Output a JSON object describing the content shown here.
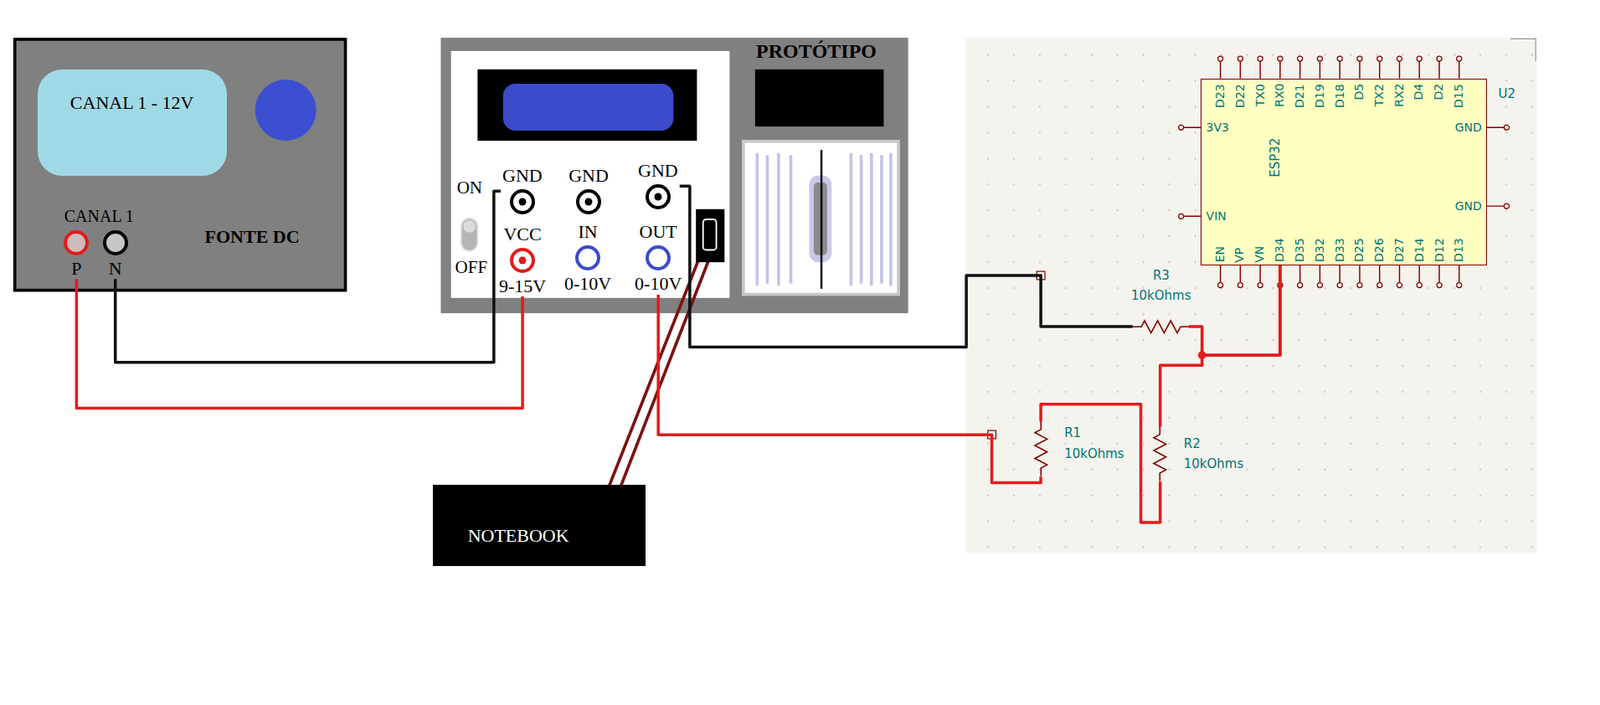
{
  "diagram": {
    "nodes": [
      {
        "text": [
          "FONTE DC"
        ]
      },
      {
        "text": [
          "CANAL 1 - 12V"
        ],
        "in": 0
      },
      {
        "text": [
          "P"
        ],
        "in": 0
      },
      {
        "text": [
          "N"
        ],
        "in": 0
      },
      {
        "text": [
          "PROTÓTIPO"
        ]
      },
      {
        "text": [
          "GND"
        ],
        "in": 4
      },
      {
        "text": [
          "VCC",
          "9-15V"
        ],
        "in": 4
      },
      {
        "text": [
          "GND"
        ],
        "in": 4
      },
      {
        "text": [
          "IN",
          "0-10V"
        ],
        "in": 4
      },
      {
        "text": [
          "GND"
        ],
        "in": 4
      },
      {
        "text": [
          "OUT",
          "0-10V"
        ],
        "in": 4
      },
      {
        "text": [
          "NOTEBOOK"
        ]
      },
      {
        "text": [
          "ESP32",
          "U2"
        ]
      },
      {
        "text": [
          "R3",
          "10kOhms"
        ]
      },
      {
        "text": [
          "R1",
          "10kOhms"
        ]
      },
      {
        "text": [
          "R2",
          "10kOhms"
        ]
      }
    ],
    "edges": [
      {
        "from": 2,
        "to": 6,
        "arrow": "none"
      },
      {
        "from": 3,
        "to": 5,
        "arrow": "none"
      },
      {
        "from": 10,
        "to": 14,
        "arrow": "none"
      },
      {
        "from": 9,
        "to": 13,
        "arrow": "none"
      },
      {
        "from": 14,
        "to": 15,
        "arrow": "none"
      },
      {
        "from": 15,
        "to": 12,
        "arrow": "none"
      },
      {
        "from": 13,
        "to": 12,
        "arrow": "none"
      }
    ],
    "labels": [
      "CANAL 1",
      "ON",
      "OFF",
      "D23",
      "D22",
      "TX0",
      "RX0",
      "D21",
      "D19",
      "D18",
      "D5",
      "TX2",
      "RX2",
      "D4",
      "D2",
      "D15",
      "3V3",
      "VIN",
      "GND",
      "GND",
      "EN",
      "VP",
      "VN",
      "D34",
      "D35",
      "D32",
      "D33",
      "D25",
      "D26",
      "D27",
      "D14",
      "D12",
      "D13"
    ]
  }
}
